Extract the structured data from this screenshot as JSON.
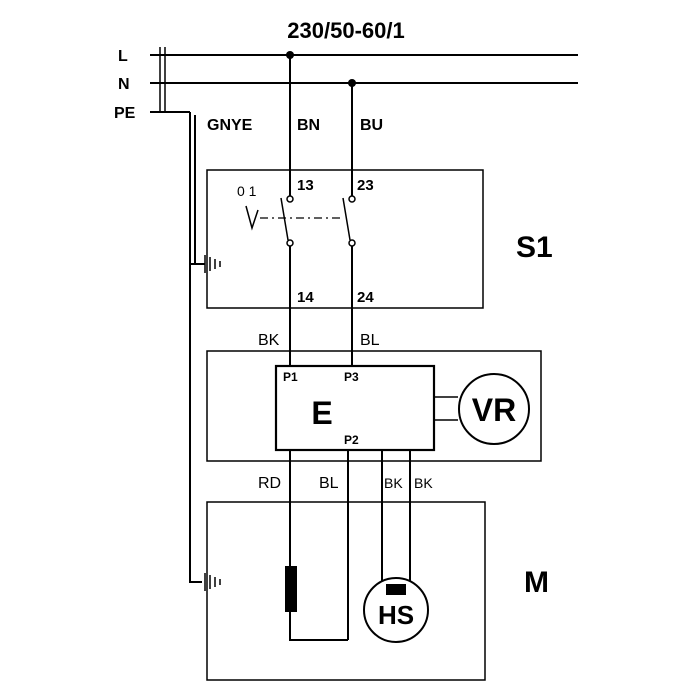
{
  "supply": "230/50-60/1",
  "lines": {
    "l": "L",
    "n": "N",
    "pe": "PE"
  },
  "wire_colors": {
    "gnye": "GNYE",
    "bn": "BN",
    "bu": "BU",
    "bk_top": "BK",
    "bl_top": "BL",
    "rd": "RD",
    "bl_bottom": "BL",
    "bk_left": "BK",
    "bk_right": "BK"
  },
  "switch": {
    "label": "S1",
    "positions": "0 1",
    "terminals": {
      "t13": "13",
      "t23": "23",
      "t14": "14",
      "t24": "24"
    }
  },
  "controller": {
    "label": "E",
    "pins": {
      "p1": "P1",
      "p2": "P2",
      "p3": "P3"
    },
    "potentiometer": "VR"
  },
  "motor": {
    "label": "M",
    "sensor": "HS"
  }
}
